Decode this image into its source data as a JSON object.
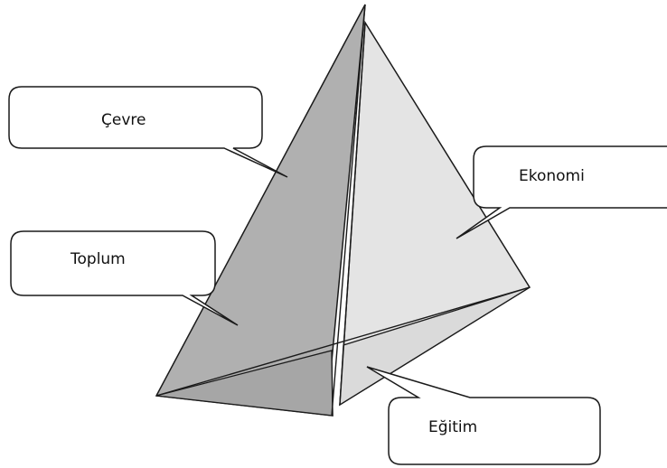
{
  "diagram": {
    "labels": {
      "cevre": "Çevre",
      "toplum": "Toplum",
      "ekonomi": "Ekonomi",
      "egitim": "Eğitim"
    },
    "colors": {
      "left_face": "#b0b0b0",
      "right_face": "#e4e4e4",
      "lower_left_face": "#a6a6a6",
      "lower_right_face": "#dadada",
      "edge": "#1a1a1a",
      "callout_fill": "#ffffff"
    }
  }
}
